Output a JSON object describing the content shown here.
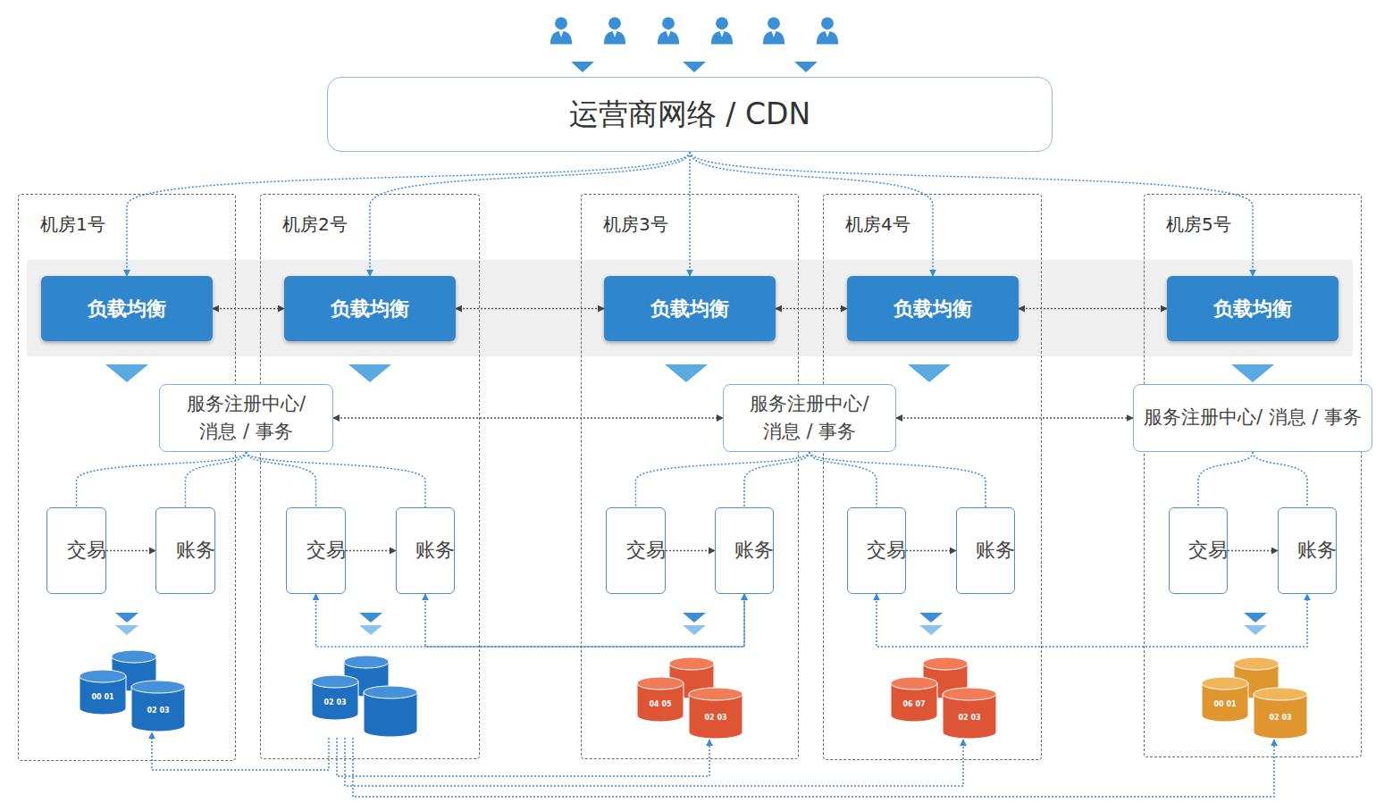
{
  "diagram": {
    "nodes": [
      {
        "text": [
          "运营商网络 / CDN"
        ]
      },
      {
        "text": [
          "机房1号"
        ]
      },
      {
        "text": [
          "负载均衡"
        ],
        "in": 1
      },
      {
        "text": [
          "交易"
        ],
        "in": 1
      },
      {
        "text": [
          "账务"
        ],
        "in": 1
      },
      {
        "text": [
          "00 01",
          "02 03"
        ],
        "in": 1
      },
      {
        "text": [
          "机房2号"
        ]
      },
      {
        "text": [
          "负载均衡"
        ],
        "in": 6
      },
      {
        "text": [
          "交易"
        ],
        "in": 6
      },
      {
        "text": [
          "账务"
        ],
        "in": 6
      },
      {
        "text": [
          "02 03"
        ],
        "in": 6
      },
      {
        "text": [
          "服务注册中心/ 消息 / 事务"
        ]
      },
      {
        "text": [
          "机房3号"
        ]
      },
      {
        "text": [
          "负载均衡"
        ],
        "in": 12
      },
      {
        "text": [
          "交易"
        ],
        "in": 12
      },
      {
        "text": [
          "账务"
        ],
        "in": 12
      },
      {
        "text": [
          "04 05",
          "02 03"
        ],
        "in": 12
      },
      {
        "text": [
          "服务注册中心/ 消息 / 事务"
        ]
      },
      {
        "text": [
          "机房4号"
        ]
      },
      {
        "text": [
          "负载均衡"
        ],
        "in": 18
      },
      {
        "text": [
          "交易"
        ],
        "in": 18
      },
      {
        "text": [
          "账务"
        ],
        "in": 18
      },
      {
        "text": [
          "06 07",
          "02 03"
        ],
        "in": 18
      },
      {
        "text": [
          "机房5号"
        ]
      },
      {
        "text": [
          "负载均衡"
        ],
        "in": 23
      },
      {
        "text": [
          "服务注册中心/ 消息 / 事务"
        ],
        "in": 23
      },
      {
        "text": [
          "交易"
        ],
        "in": 23
      },
      {
        "text": [
          "账务"
        ],
        "in": 23
      },
      {
        "text": [
          "00 01",
          "02 03"
        ],
        "in": 23
      }
    ],
    "edges": [
      {
        "from": 0,
        "to": 2,
        "arrow": "to"
      },
      {
        "from": 0,
        "to": 7,
        "arrow": "to"
      },
      {
        "from": 0,
        "to": 13,
        "arrow": "to"
      },
      {
        "from": 0,
        "to": 19,
        "arrow": "to"
      },
      {
        "from": 0,
        "to": 24,
        "arrow": "to"
      },
      {
        "from": 2,
        "to": 7,
        "arrow": "both"
      },
      {
        "from": 7,
        "to": 13,
        "arrow": "both"
      },
      {
        "from": 13,
        "to": 19,
        "arrow": "both"
      },
      {
        "from": 19,
        "to": 24,
        "arrow": "both"
      },
      {
        "from": 11,
        "to": 17,
        "arrow": "both"
      },
      {
        "from": 17,
        "to": 25,
        "arrow": "both"
      },
      {
        "from": 11,
        "to": 3,
        "arrow": "none"
      },
      {
        "from": 11,
        "to": 4,
        "arrow": "none"
      },
      {
        "from": 11,
        "to": 8,
        "arrow": "none"
      },
      {
        "from": 11,
        "to": 9,
        "arrow": "none"
      },
      {
        "from": 17,
        "to": 14,
        "arrow": "none"
      },
      {
        "from": 17,
        "to": 15,
        "arrow": "none"
      },
      {
        "from": 17,
        "to": 20,
        "arrow": "none"
      },
      {
        "from": 17,
        "to": 21,
        "arrow": "none"
      },
      {
        "from": 25,
        "to": 26,
        "arrow": "none"
      },
      {
        "from": 25,
        "to": 27,
        "arrow": "none"
      },
      {
        "from": 3,
        "to": 4,
        "arrow": "to"
      },
      {
        "from": 8,
        "to": 9,
        "arrow": "to"
      },
      {
        "from": 14,
        "to": 15,
        "arrow": "to"
      },
      {
        "from": 20,
        "to": 21,
        "arrow": "to"
      },
      {
        "from": 26,
        "to": 27,
        "arrow": "to"
      },
      {
        "from": 8,
        "to": 15,
        "arrow": "both"
      },
      {
        "from": 9,
        "to": 15,
        "arrow": "both"
      },
      {
        "from": 20,
        "to": 27,
        "arrow": "both"
      },
      {
        "from": 10,
        "to": 5,
        "arrow": "to"
      },
      {
        "from": 10,
        "to": 16,
        "arrow": "to"
      },
      {
        "from": 10,
        "to": 22,
        "arrow": "to"
      },
      {
        "from": 10,
        "to": 28,
        "arrow": "to"
      }
    ]
  }
}
